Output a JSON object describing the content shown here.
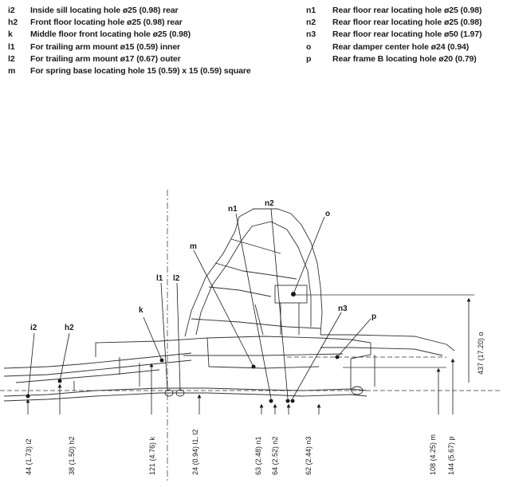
{
  "legend_left": [
    {
      "code": "i2",
      "desc": "Inside sill locating hole ø25 (0.98) rear"
    },
    {
      "code": "h2",
      "desc": "Front floor locating hole ø25 (0.98) rear"
    },
    {
      "code": "k",
      "desc": "Middle floor front locating hole ø25 (0.98)"
    },
    {
      "code": "l1",
      "desc": "For trailing arm mount ø15 (0.59) inner"
    },
    {
      "code": "l2",
      "desc": "For trailing arm mount ø17 (0.67) outer"
    },
    {
      "code": "m",
      "desc": "For spring base locating hole 15 (0.59) x 15 (0.59) square"
    }
  ],
  "legend_right": [
    {
      "code": "n1",
      "desc": "Rear floor rear locating hole ø25 (0.98)"
    },
    {
      "code": "n2",
      "desc": "Rear floor rear locating hole ø25 (0.98)"
    },
    {
      "code": "n3",
      "desc": "Rear floor rear locating hole ø50 (1.97)"
    },
    {
      "code": "o",
      "desc": "Rear damper center hole ø24 (0.94)"
    },
    {
      "code": "p",
      "desc": "Rear frame B locating hole ø20 (0.79)"
    }
  ],
  "callouts": {
    "n1": "n1",
    "n2": "n2",
    "o": "o",
    "m": "m",
    "l1": "l1",
    "l2": "l2",
    "k": "k",
    "i2": "i2",
    "h2": "h2",
    "n3": "n3",
    "p": "p"
  },
  "dimensions": {
    "i2": "44 (1.73) i2",
    "h2": "38 (1.50) h2",
    "k": "121 (4.76) k",
    "l": "24 (0.94) l1, l2",
    "n1": "63 (2.48) n1",
    "n2": "64 (2.52) n2",
    "n3": "62 (2.44) n3",
    "m": "108 (4.25) m",
    "p": "144 (5.67) p",
    "o": "437 (17.20) o"
  }
}
